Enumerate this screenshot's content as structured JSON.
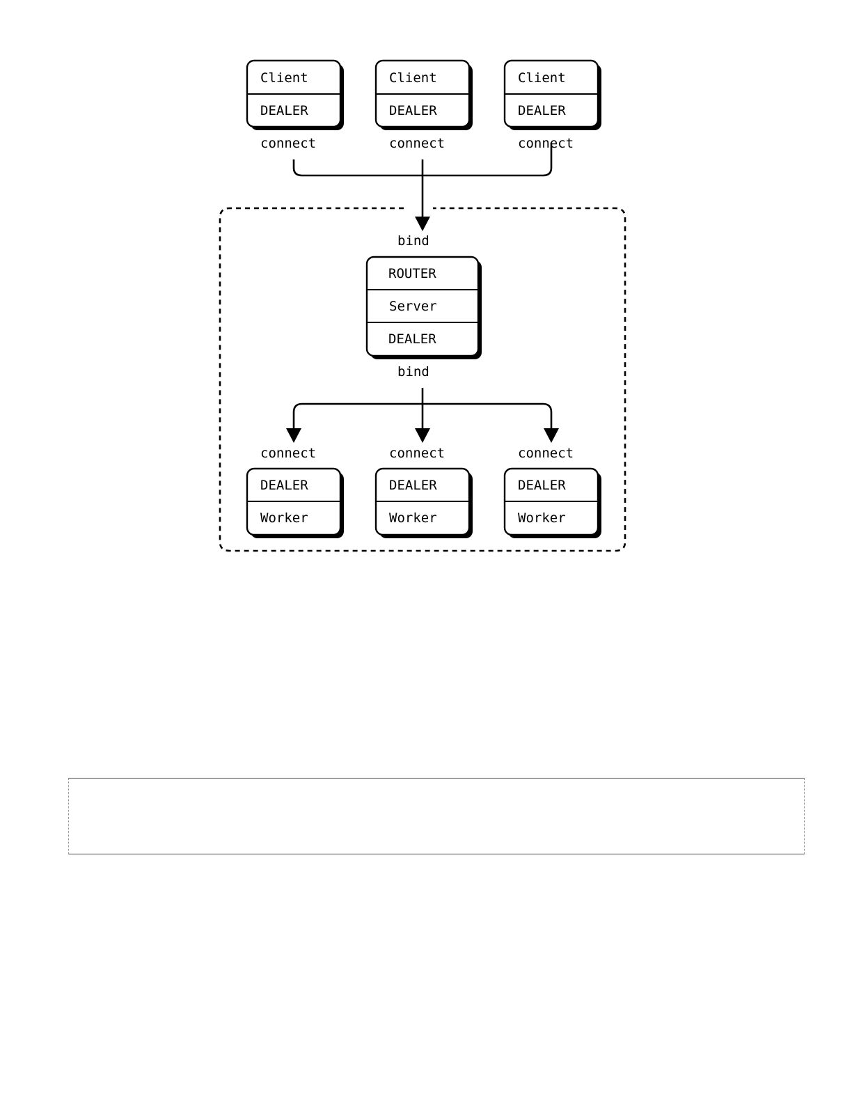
{
  "clients": [
    {
      "title": "Client",
      "socket": "DEALER",
      "edge_label": "connect"
    },
    {
      "title": "Client",
      "socket": "DEALER",
      "edge_label": "connect"
    },
    {
      "title": "Client",
      "socket": "DEALER",
      "edge_label": "connect"
    }
  ],
  "server": {
    "top_label": "bind",
    "rows": [
      "ROUTER",
      "Server",
      "DEALER"
    ],
    "bottom_label": "bind"
  },
  "workers": [
    {
      "edge_label": "connect",
      "socket": "DEALER",
      "title": "Worker"
    },
    {
      "edge_label": "connect",
      "socket": "DEALER",
      "title": "Worker"
    },
    {
      "edge_label": "connect",
      "socket": "DEALER",
      "title": "Worker"
    }
  ]
}
